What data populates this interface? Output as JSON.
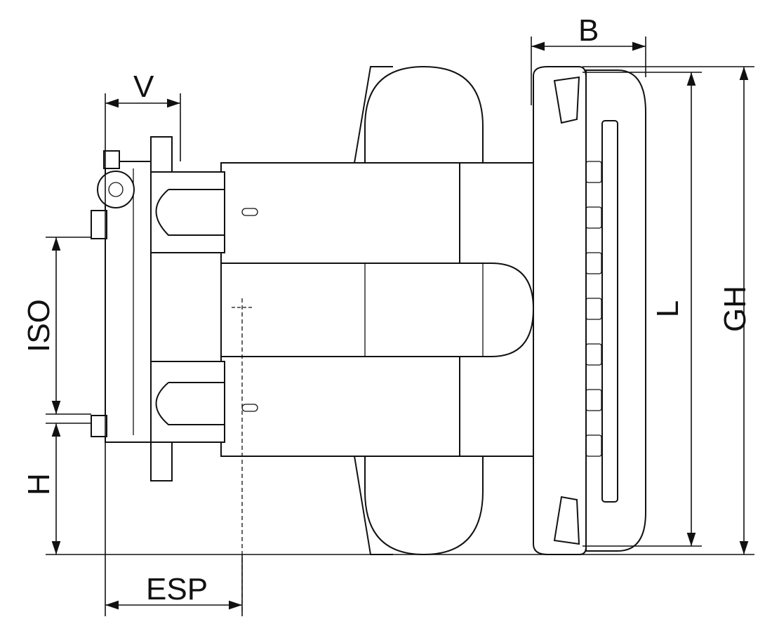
{
  "dimensions": {
    "b": "B",
    "v": "V",
    "l": "L",
    "gh": "GH",
    "iso": "ISO",
    "h": "H",
    "esp": "ESP"
  }
}
